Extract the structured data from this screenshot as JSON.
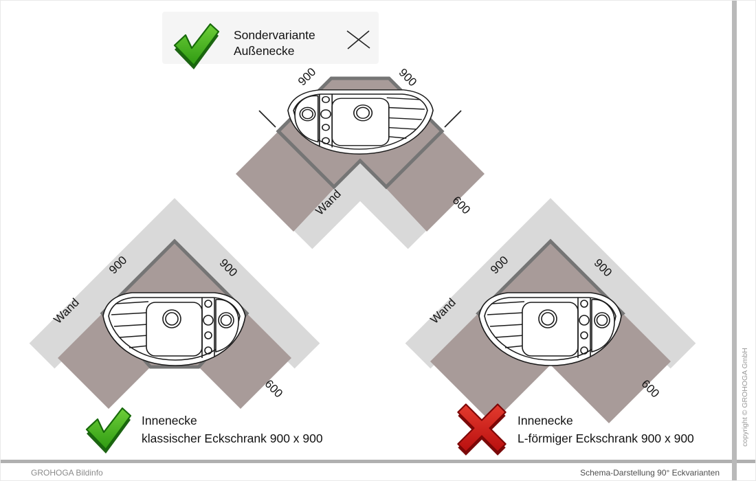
{
  "header": {
    "line1": "Sondervariante",
    "line2": "Außenecke"
  },
  "diagram_top": {
    "dim_left": "900",
    "dim_right": "900",
    "wall": "Wand",
    "depth": "600"
  },
  "diagram_bottom_left": {
    "dim_left": "900",
    "dim_right": "900",
    "wall": "Wand",
    "depth": "600",
    "caption1": "Innenecke",
    "caption2": "klassischer Eckschrank 900 x 900",
    "verdict": "approved"
  },
  "diagram_bottom_right": {
    "dim_left": "900",
    "dim_right": "900",
    "wall": "Wand",
    "depth": "600",
    "caption1": "Innenecke",
    "caption2": "L-förmiger Eckschrank 900 x 900",
    "verdict": "rejected"
  },
  "footer": {
    "left": "GROHOGA Bildinfo",
    "right": "Schema-Darstellung 90° Eckvarianten"
  },
  "copyright": "copyright © GROHOGA GmbH",
  "colors": {
    "counter": "#a89b99",
    "wall_band": "#d9d9d9",
    "cabinet_outline": "#757575",
    "check_green": "#3fae1f",
    "cross_red": "#c41616"
  }
}
